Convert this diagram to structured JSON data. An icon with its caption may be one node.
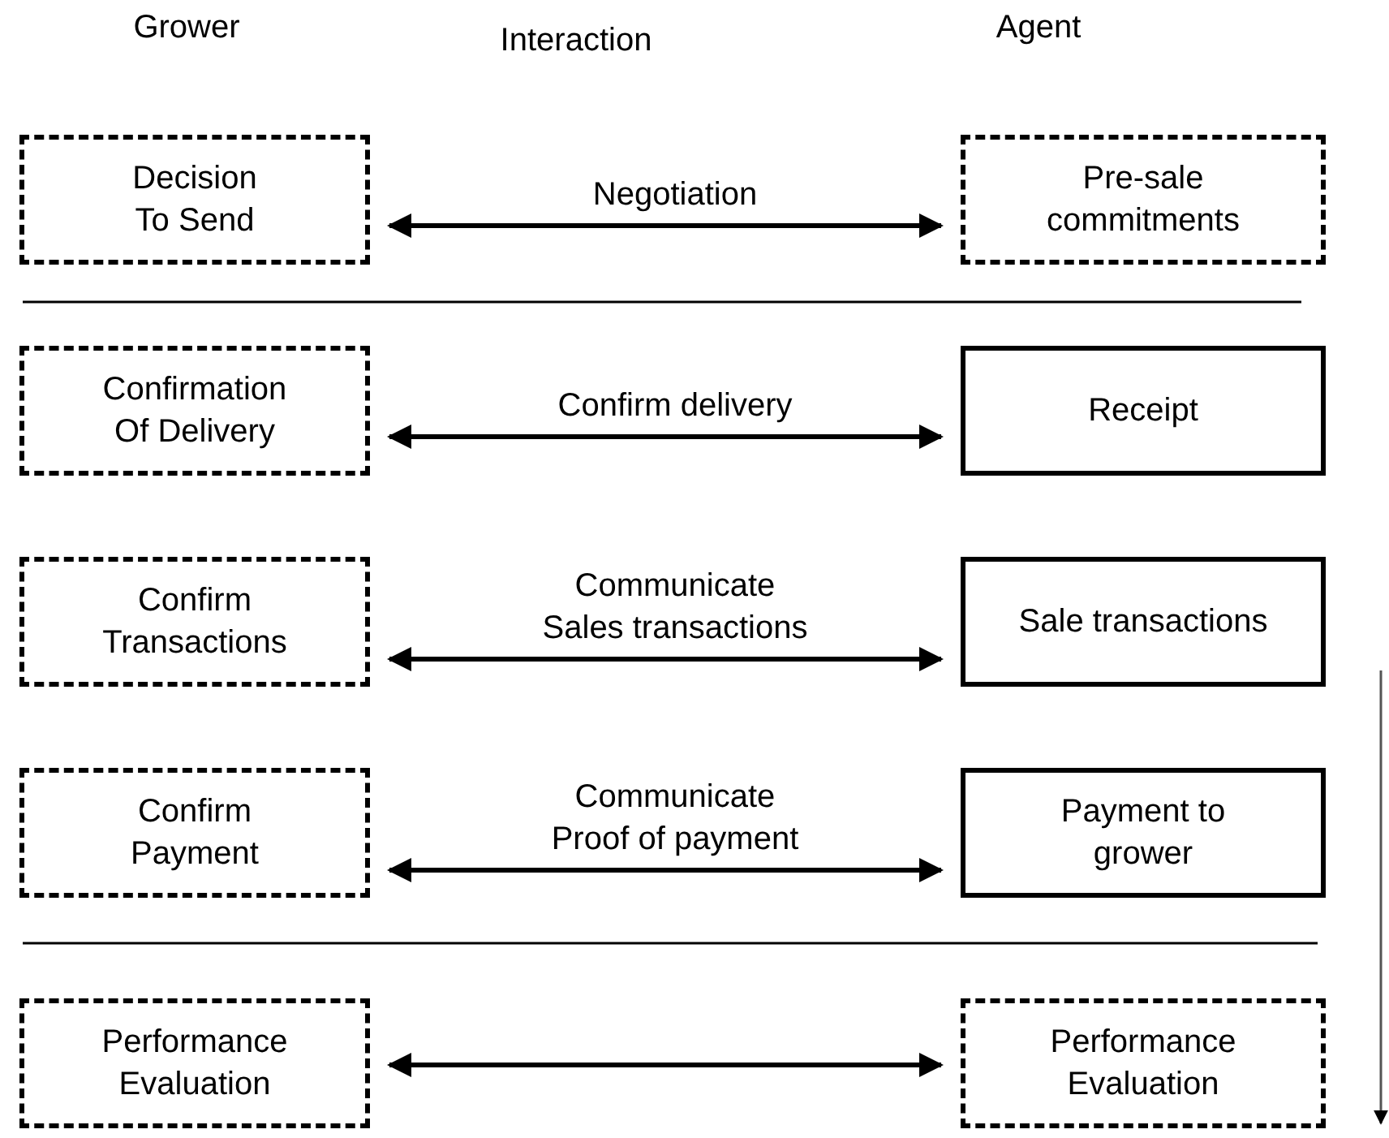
{
  "diagram": {
    "nodes": [
      {
        "text": [
          "Decision To Send"
        ]
      },
      {
        "text": [
          "Pre-sale commitments"
        ]
      },
      {
        "text": [
          "Confirmation Of Delivery"
        ]
      },
      {
        "text": [
          "Receipt"
        ]
      },
      {
        "text": [
          "Confirm Transactions"
        ]
      },
      {
        "text": [
          "Sale transactions"
        ]
      },
      {
        "text": [
          "Confirm Payment"
        ]
      },
      {
        "text": [
          "Payment to grower"
        ]
      },
      {
        "text": [
          "Performance Evaluation"
        ]
      },
      {
        "text": [
          "Performance Evaluation"
        ]
      }
    ],
    "edges": [
      {
        "from": 0,
        "to": 1,
        "arrow": "both",
        "label": "Negotiation"
      },
      {
        "from": 2,
        "to": 3,
        "arrow": "both",
        "label": "Confirm delivery"
      },
      {
        "from": 4,
        "to": 5,
        "arrow": "both",
        "label": "Communicate Sales transactions"
      },
      {
        "from": 6,
        "to": 7,
        "arrow": "both",
        "label": "Communicate Proof of payment"
      },
      {
        "from": 8,
        "to": 9,
        "arrow": "both"
      }
    ],
    "labels": [
      "Grower",
      "Interaction",
      "Agent"
    ]
  }
}
